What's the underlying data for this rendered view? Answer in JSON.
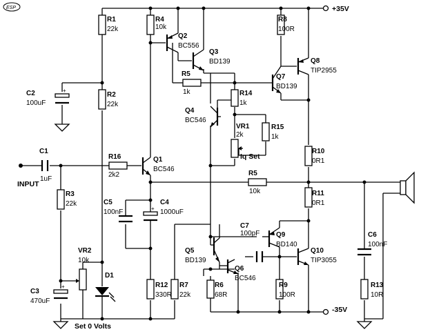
{
  "logo": "ESP",
  "rails": {
    "pos": "+35V",
    "neg": "-35V"
  },
  "labels": {
    "input": "INPUT",
    "set0": "Set 0 Volts",
    "iqset": "Iq Set"
  },
  "components": {
    "R1": {
      "ref": "R1",
      "val": "22k"
    },
    "R2": {
      "ref": "R2",
      "val": "22k"
    },
    "R3": {
      "ref": "R3",
      "val": "22k"
    },
    "R4": {
      "ref": "R4",
      "val": "10k"
    },
    "R5a": {
      "ref": "R5",
      "val": "1k"
    },
    "R5b": {
      "ref": "R5",
      "val": "10k"
    },
    "R6": {
      "ref": "R6",
      "val": "68R"
    },
    "R7": {
      "ref": "R7",
      "val": "22k"
    },
    "R8": {
      "ref": "R8",
      "val": "100R"
    },
    "R9": {
      "ref": "R9",
      "val": "100R"
    },
    "R10": {
      "ref": "R10",
      "val": "0R1"
    },
    "R11": {
      "ref": "R11",
      "val": "0R1"
    },
    "R12": {
      "ref": "R12",
      "val": "330R"
    },
    "R13": {
      "ref": "R13",
      "val": "10R"
    },
    "R14": {
      "ref": "R14",
      "val": "1k"
    },
    "R15": {
      "ref": "R15",
      "val": "1k"
    },
    "R16": {
      "ref": "R16",
      "val": "2k2"
    },
    "VR1": {
      "ref": "VR1",
      "val": "2k"
    },
    "VR2": {
      "ref": "VR2",
      "val": "10k"
    },
    "C1": {
      "ref": "C1",
      "val": "1uF"
    },
    "C2": {
      "ref": "C2",
      "val": "100uF"
    },
    "C3": {
      "ref": "C3",
      "val": "470uF"
    },
    "C4": {
      "ref": "C4",
      "val": "1000uF"
    },
    "C5": {
      "ref": "C5",
      "val": "100nF"
    },
    "C6": {
      "ref": "C6",
      "val": "100nF"
    },
    "C7": {
      "ref": "C7",
      "val": "100pF"
    },
    "D1": {
      "ref": "D1"
    },
    "Q1": {
      "ref": "Q1",
      "val": "BC546"
    },
    "Q2": {
      "ref": "Q2",
      "val": "BC556"
    },
    "Q3": {
      "ref": "Q3",
      "val": "BD139"
    },
    "Q4": {
      "ref": "Q4",
      "val": "BC546"
    },
    "Q5": {
      "ref": "Q5",
      "val": "BD139"
    },
    "Q6": {
      "ref": "Q6",
      "val": "BC546"
    },
    "Q7": {
      "ref": "Q7",
      "val": "BD139"
    },
    "Q8": {
      "ref": "Q8",
      "val": "TIP2955"
    },
    "Q9": {
      "ref": "Q9",
      "val": "BD140"
    },
    "Q10": {
      "ref": "Q10",
      "val": "TIP3055"
    }
  }
}
